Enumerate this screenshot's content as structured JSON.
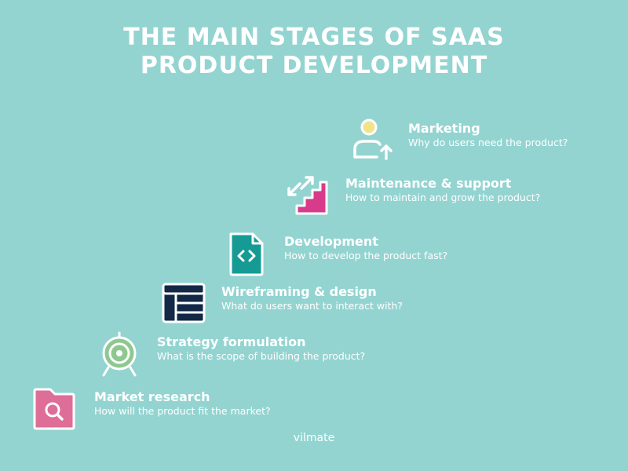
{
  "title": {
    "line1": "THE MAIN STAGES OF SAAS",
    "line2": "PRODUCT DEVELOPMENT"
  },
  "stages": [
    {
      "label": "Marketing",
      "description": "Why do users need the product?",
      "icon": "user-arrow-up-icon"
    },
    {
      "label": "Maintenance & support",
      "description": "How to maintain and grow the product?",
      "icon": "stairs-arrows-icon"
    },
    {
      "label": "Development",
      "description": "How to develop the product fast?",
      "icon": "code-file-icon"
    },
    {
      "label": "Wireframing & design",
      "description": "What do users want to interact with?",
      "icon": "layout-wireframe-icon"
    },
    {
      "label": "Strategy formulation",
      "description": "What is the scope of building the product?",
      "icon": "target-icon"
    },
    {
      "label": "Market research",
      "description": "How will the product fit the market?",
      "icon": "folder-search-icon"
    }
  ],
  "footer": {
    "brand": "vilmate"
  },
  "colors": {
    "background": "#93d4d1",
    "pink": "#d73c8a",
    "teal": "#159b94",
    "navy": "#132746",
    "green": "#8ec88f",
    "rose": "#de6d97",
    "yellow": "#f0e38c"
  }
}
